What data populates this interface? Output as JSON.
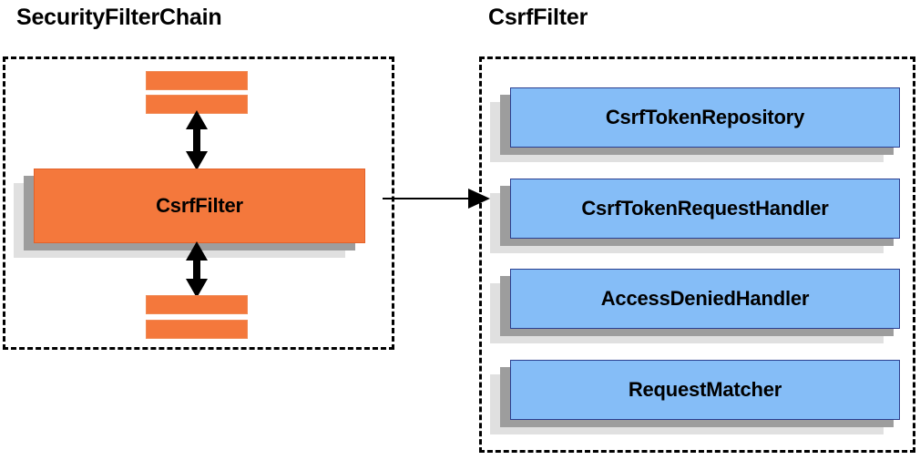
{
  "diagram": {
    "type": "block-diagram",
    "background": "#ffffff",
    "colors": {
      "orange_fill": "#f4783c",
      "orange_border": "#e2622a",
      "blue_fill": "#85bdf7",
      "blue_border": "#2b3f8f",
      "shadow_dark": "#9d9d9d",
      "shadow_light": "#e0e0e0",
      "panel_border": "#000000",
      "arrow": "#000000"
    }
  },
  "left_panel": {
    "title": "SecurityFilterChain",
    "highlighted_filter": "CsrfFilter",
    "filter_bars_above": [
      "",
      ""
    ],
    "filter_bars_below": [
      "",
      ""
    ],
    "arrow_up_label": "",
    "arrow_down_label": ""
  },
  "connector": {
    "label": "",
    "direction": "left-to-right"
  },
  "right_panel": {
    "title": "CsrfFilter",
    "collaborators": [
      {
        "label": "CsrfTokenRepository"
      },
      {
        "label": "CsrfTokenRequestHandler"
      },
      {
        "label": "AccessDeniedHandler"
      },
      {
        "label": "RequestMatcher"
      }
    ]
  }
}
